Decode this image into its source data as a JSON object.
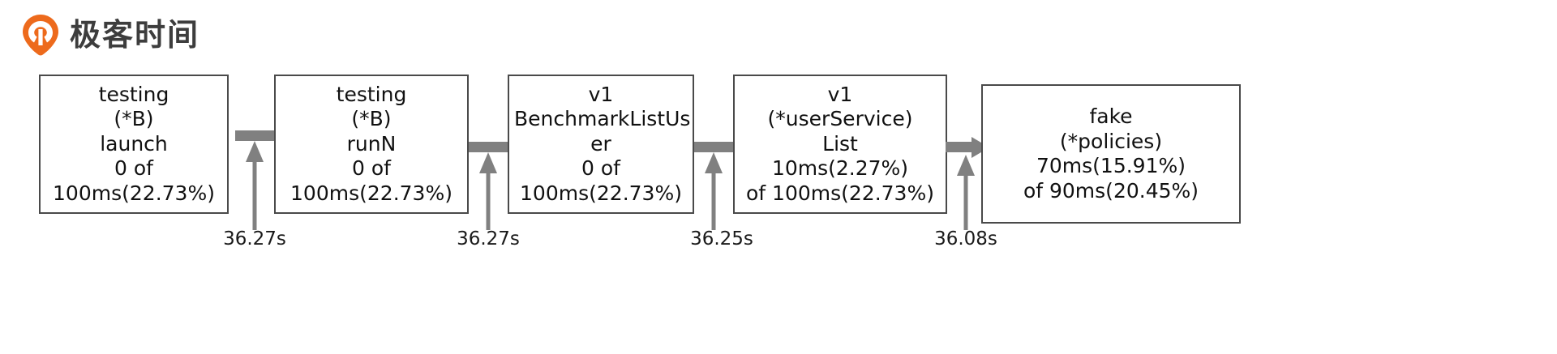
{
  "brand": {
    "name": "极客时间",
    "logo_icon": "geektime-pin-logo",
    "logo_color": "#ED6A1C",
    "text_color": "#3d3d3d"
  },
  "diagram": {
    "type": "call-flow-graph",
    "node_border_color": "#4a4a4a",
    "connector_color": "#808080",
    "nodes": [
      {
        "id": "node-testing-launch",
        "text": "testing\n(*B)\nlaunch\n0 of\n100ms(22.73%)",
        "package": "testing",
        "receiver": "(*B)",
        "func": "launch",
        "self": "0",
        "total": "100ms(22.73%)"
      },
      {
        "id": "node-testing-runn",
        "text": "testing\n(*B)\nrunN\n0 of\n100ms(22.73%)",
        "package": "testing",
        "receiver": "(*B)",
        "func": "runN",
        "self": "0",
        "total": "100ms(22.73%)"
      },
      {
        "id": "node-benchmark-listuser",
        "text": "v1\nBenchmarkListUs\ner\n0 of\n100ms(22.73%)",
        "package": "v1",
        "receiver": "",
        "func": "BenchmarkListUser",
        "self": "0",
        "total": "100ms(22.73%)"
      },
      {
        "id": "node-userservice-list",
        "text": "v1\n(*userService)\nList\n10ms(2.27%)\nof 100ms(22.73%)",
        "package": "v1",
        "receiver": "(*userService)",
        "func": "List",
        "self": "10ms(2.27%)",
        "total": "100ms(22.73%)"
      },
      {
        "id": "node-fake-policies",
        "text": "fake\n(*policies)\n70ms(15.91%)\nof 90ms(20.45%)",
        "package": "fake",
        "receiver": "(*policies)",
        "func": "",
        "self": "70ms(15.91%)",
        "total": "90ms(20.45%)"
      }
    ],
    "edges": [
      {
        "id": "edge-1",
        "from": "node-testing-launch",
        "to": "node-testing-runn",
        "timestamp": "36.27s",
        "arrowhead": false
      },
      {
        "id": "edge-2",
        "from": "node-testing-runn",
        "to": "node-benchmark-listuser",
        "timestamp": "36.27s",
        "arrowhead": false
      },
      {
        "id": "edge-3",
        "from": "node-benchmark-listuser",
        "to": "node-userservice-list",
        "timestamp": "36.25s",
        "arrowhead": false
      },
      {
        "id": "edge-4",
        "from": "node-userservice-list",
        "to": "node-fake-policies",
        "timestamp": "36.08s",
        "arrowhead": true
      }
    ]
  }
}
